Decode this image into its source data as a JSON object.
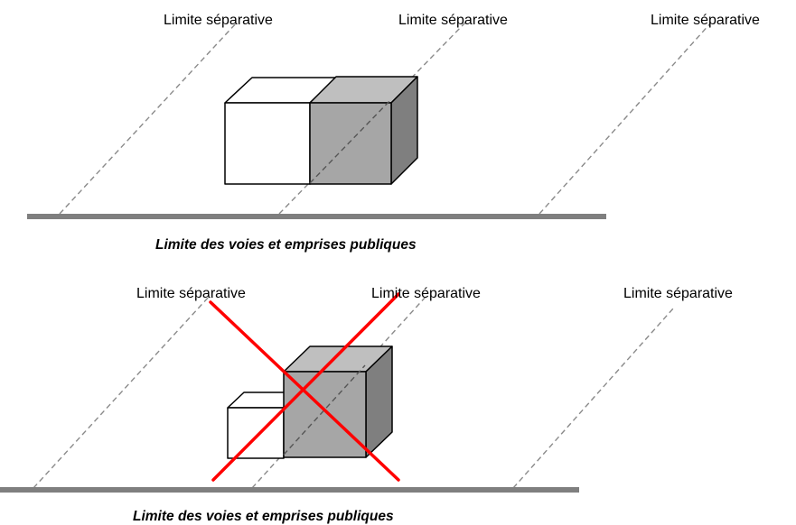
{
  "colors": {
    "boundary_line": "#8a8a8a",
    "street_line": "#7f7f7f",
    "cross_mark": "#ff0000",
    "grey_front": "#a6a6a6",
    "grey_top": "#bfbfbf",
    "grey_side": "#7f7f7f",
    "white_box": "#ffffff"
  },
  "panel_top": {
    "boundary_labels": [
      "Limite séparative",
      "Limite séparative",
      "Limite séparative"
    ],
    "street_caption": "Limite des voies et emprises publiques"
  },
  "panel_bottom": {
    "boundary_labels": [
      "Limite séparative",
      "Limite séparative",
      "Limite séparative"
    ],
    "street_caption": "Limite des voies et emprises publiques",
    "crossed_out": true
  }
}
